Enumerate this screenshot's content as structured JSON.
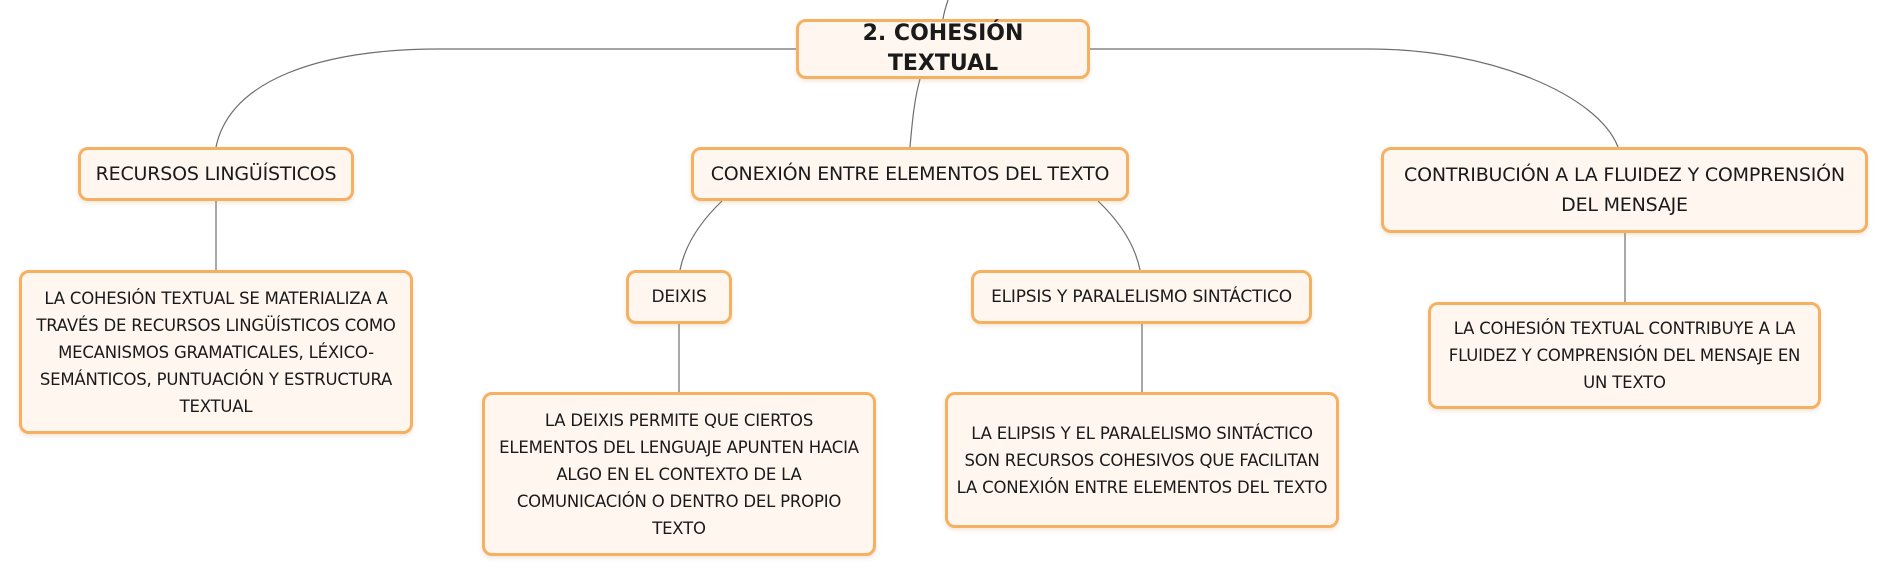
{
  "diagram": {
    "nodes": {
      "root": "2. COHESIÓN TEXTUAL",
      "recursos": "RECURSOS LINGÜÍSTICOS",
      "conexion": "CONEXIÓN ENTRE ELEMENTOS DEL TEXTO",
      "contribucion": "CONTRIBUCIÓN A LA FLUIDEZ Y COMPRENSIÓN DEL MENSAJE",
      "recursos_desc": "LA COHESIÓN TEXTUAL SE MATERIALIZA A TRAVÉS DE RECURSOS LINGÜÍSTICOS COMO MECANISMOS GRAMATICALES, LÉXICO-SEMÁNTICOS, PUNTUACIÓN Y ESTRUCTURA TEXTUAL",
      "deixis": "DEIXIS",
      "elipsis": "ELIPSIS Y PARALELISMO SINTÁCTICO",
      "contribucion_desc": "LA COHESIÓN TEXTUAL CONTRIBUYE A LA FLUIDEZ Y COMPRENSIÓN DEL MENSAJE EN UN TEXTO",
      "deixis_desc": "LA DEIXIS PERMITE QUE CIERTOS ELEMENTOS DEL LENGUAJE APUNTEN HACIA ALGO EN EL CONTEXTO DE LA COMUNICACIÓN O DENTRO DEL PROPIO TEXTO",
      "elipsis_desc": "LA ELIPSIS Y EL PARALELISMO SINTÁCTICO SON RECURSOS COHESIVOS QUE FACILITAN LA CONEXIÓN ENTRE ELEMENTOS DEL TEXTO"
    },
    "edges": [
      {
        "from": "parent",
        "to": "root"
      },
      {
        "from": "root",
        "to": "recursos"
      },
      {
        "from": "root",
        "to": "conexion"
      },
      {
        "from": "root",
        "to": "contribucion"
      },
      {
        "from": "recursos",
        "to": "recursos_desc"
      },
      {
        "from": "conexion",
        "to": "deixis"
      },
      {
        "from": "conexion",
        "to": "elipsis"
      },
      {
        "from": "contribucion",
        "to": "contribucion_desc"
      },
      {
        "from": "deixis",
        "to": "deixis_desc"
      },
      {
        "from": "elipsis",
        "to": "elipsis_desc"
      }
    ],
    "colors": {
      "node_border": "#f6b062",
      "node_fill": "#fef6ef",
      "connector": "#6e6e6e",
      "text": "#1a1a1a"
    }
  }
}
